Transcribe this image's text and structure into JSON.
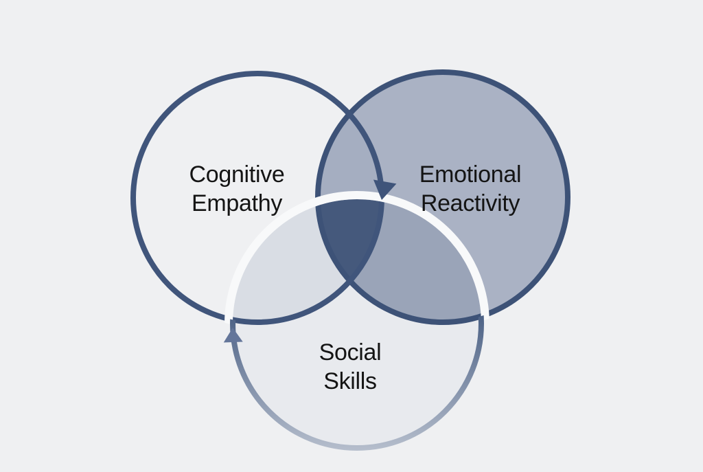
{
  "diagram": {
    "type": "venn-3-circle-cycle",
    "background_color": "#eff0f2",
    "text_color": "#141414",
    "sets": [
      {
        "name": "cognitive-empathy",
        "line1": "Cognitive",
        "line2": "Empathy",
        "outline_color": "#40557b",
        "fill_color": "none"
      },
      {
        "name": "emotional-reactivity",
        "line1": "Emotional",
        "line2": "Reactivity",
        "outline_color": "#3d5277",
        "fill_color": "#aab2c4"
      },
      {
        "name": "social-skills",
        "line1": "Social",
        "line2": "Skills",
        "outline_top_color": "#475d82",
        "outline_bottom_color": "#b8c0ce",
        "fill_color": "#e8eaee"
      }
    ],
    "overlaps": {
      "cognitive_emotional": "#a5aec1",
      "emotional_social": "#9aa4b8",
      "cognitive_social": "#d9dde4",
      "center_all_three": "#45597c",
      "halo_gap_color": "#f8f9fa"
    },
    "arrows": {
      "down_arrow_color": "#3f547a",
      "up_arrow_color": "#64769a"
    }
  }
}
